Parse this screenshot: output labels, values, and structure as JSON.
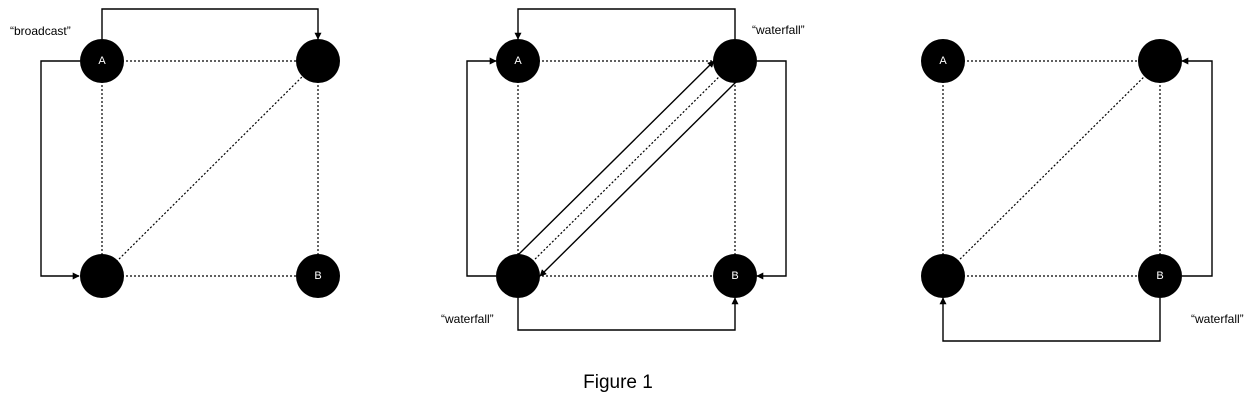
{
  "caption": "Figure 1",
  "panels": [
    {
      "id": "broadcast",
      "nodes": {
        "tl": "A",
        "tr": "",
        "bl": "",
        "br": "B"
      },
      "annotations": [
        "“broadcast”"
      ]
    },
    {
      "id": "waterfall-both",
      "nodes": {
        "tl": "A",
        "tr": "",
        "bl": "",
        "br": "B"
      },
      "annotations": [
        "“waterfall”",
        "“waterfall”"
      ]
    },
    {
      "id": "waterfall-single",
      "nodes": {
        "tl": "A",
        "tr": "",
        "bl": "",
        "br": "B"
      },
      "annotations": [
        "“waterfall”"
      ]
    }
  ]
}
